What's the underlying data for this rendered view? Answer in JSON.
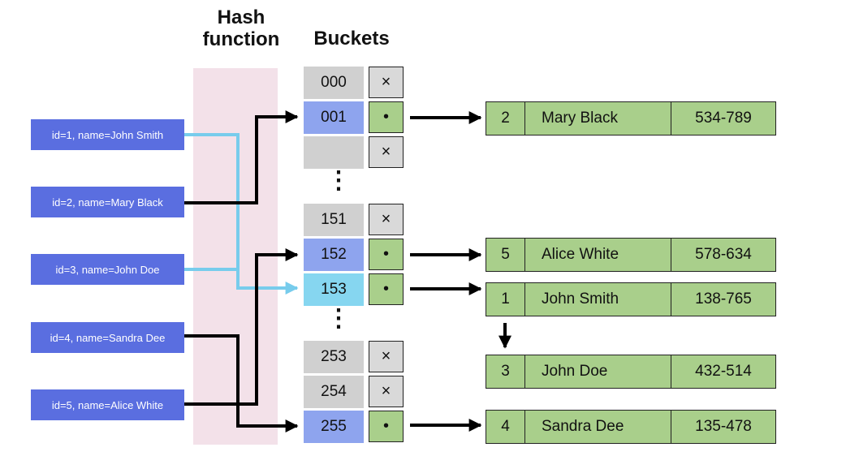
{
  "titles": {
    "hash_function": "Hash\nfunction",
    "buckets": "Buckets"
  },
  "inputs": [
    {
      "label": "id=1, name=John Smith"
    },
    {
      "label": "id=2, name=Mary Black"
    },
    {
      "label": "id=3, name=John Doe"
    },
    {
      "label": "id=4, name=Sandra Dee"
    },
    {
      "label": "id=5, name=Alice White"
    }
  ],
  "buckets": [
    {
      "label": "000",
      "slot": "×"
    },
    {
      "label": "001",
      "slot": "•"
    },
    {
      "label": "",
      "slot": "×"
    },
    {
      "label": "151",
      "slot": "×"
    },
    {
      "label": "152",
      "slot": "•"
    },
    {
      "label": "153",
      "slot": "•"
    },
    {
      "label": "253",
      "slot": "×"
    },
    {
      "label": "254",
      "slot": "×"
    },
    {
      "label": "255",
      "slot": "•"
    }
  ],
  "ellipsis": "⋮",
  "entries": [
    {
      "num": "2",
      "name": "Mary Black",
      "phone": "534-789"
    },
    {
      "num": "5",
      "name": "Alice White",
      "phone": "578-634"
    },
    {
      "num": "1",
      "name": "John Smith",
      "phone": "138-765"
    },
    {
      "num": "3",
      "name": "John Doe",
      "phone": "432-514"
    },
    {
      "num": "4",
      "name": "Sandra Dee",
      "phone": "135-478"
    }
  ],
  "colors": {
    "input": "#5a6ee0",
    "bucket_gray": "#d0d0d0",
    "bucket_blue": "#8ea4ee",
    "bucket_cyan": "#86d6f0",
    "slot_gray": "#d9d9d9",
    "slot_green": "#a9cf8b",
    "entry_green": "#a9cf8b",
    "hash_band": "#f3e1e9",
    "line_dark": "#000000",
    "line_cyan": "#77ccec"
  }
}
